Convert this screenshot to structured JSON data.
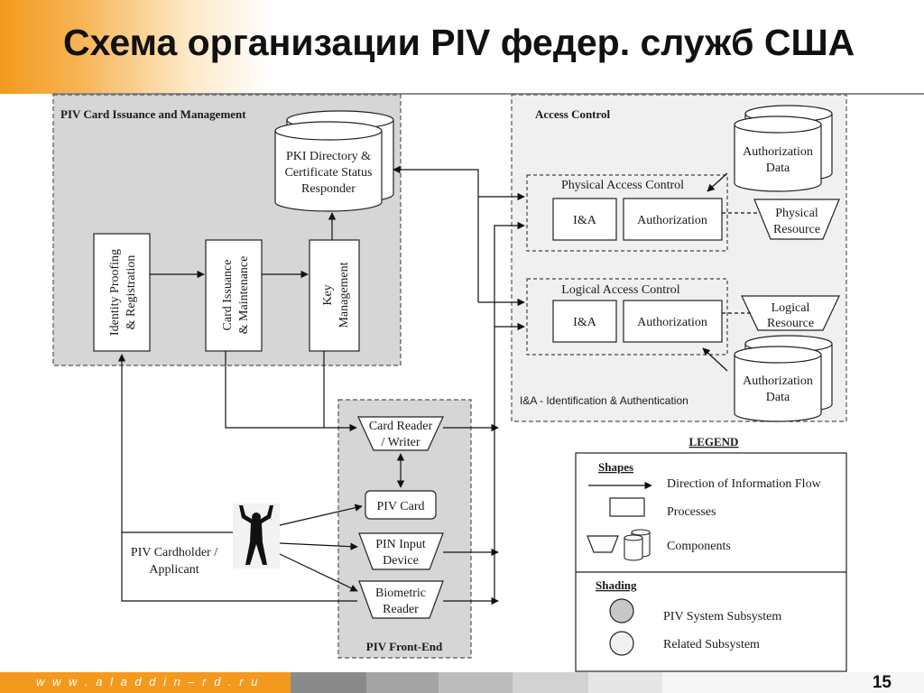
{
  "title": "Схема организации PIV федер. служб США",
  "footer": {
    "url": "w w w . a l a d d i n – r d . r u",
    "page": "15"
  },
  "piv_mgmt": {
    "title": "PIV Card Issuance and Management",
    "pki": [
      "PKI Directory &",
      "Certificate Status",
      "Responder"
    ],
    "identity": [
      "Identity Proofing",
      "& Registration"
    ],
    "card_issuance": [
      "Card Issuance",
      "& Maintenance"
    ],
    "key_mgmt": [
      "Key",
      "Management"
    ]
  },
  "access_control": {
    "title": "Access Control",
    "physical": {
      "title": "Physical Access Control",
      "ia": "I&A",
      "authorization": "Authorization"
    },
    "logical": {
      "title": "Logical Access Control",
      "ia": "I&A",
      "authorization": "Authorization"
    },
    "auth_data_top": [
      "Authorization",
      "Data"
    ],
    "auth_data_bottom": [
      "Authorization",
      "Data"
    ],
    "physical_resource": [
      "Physical",
      "Resource"
    ],
    "logical_resource": [
      "Logical",
      "Resource"
    ],
    "note": "I&A - Identification & Authentication"
  },
  "front_end": {
    "title": "PIV Front-End",
    "card_reader": [
      "Card Reader",
      "/ Writer"
    ],
    "piv_card": "PIV Card",
    "pin_input": [
      "PIN Input",
      "Device"
    ],
    "biometric": [
      "Biometric",
      "Reader"
    ]
  },
  "cardholder": [
    "PIV Cardholder /",
    "Applicant"
  ],
  "legend": {
    "title": "LEGEND",
    "shapes_heading": "Shapes",
    "flow": "Direction of Information Flow",
    "processes": "Processes",
    "components": "Components",
    "shading_heading": "Shading",
    "piv_subsystem": "PIV System Subsystem",
    "related_subsystem": "Related Subsystem"
  },
  "colors": {
    "accent": "#f39a1e",
    "piv_shade": "#d6d6d6",
    "related_shade": "#f0f0f0",
    "footer_orange": "#f39a1e"
  }
}
